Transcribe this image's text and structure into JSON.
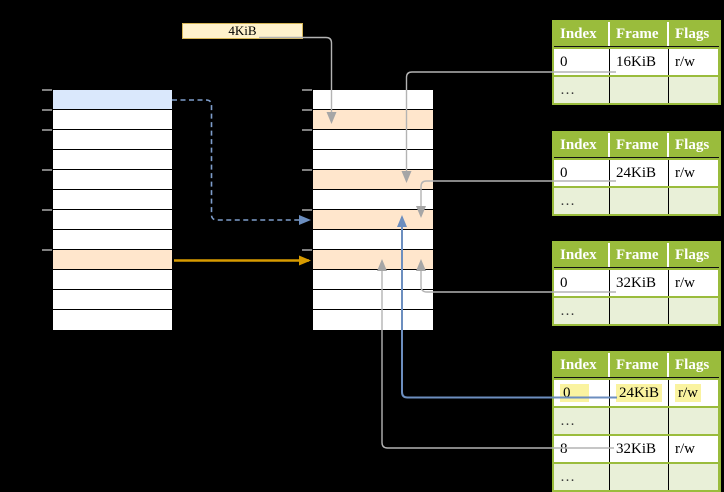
{
  "label_box": {
    "text": "4KiB"
  },
  "memory_columns": {
    "left": {
      "cells": [
        "blue",
        "w",
        "w",
        "w",
        "w",
        "w",
        "w",
        "w",
        "orange",
        "w",
        "w",
        "w"
      ]
    },
    "middle": {
      "cells": [
        "w",
        "orange",
        "w",
        "w",
        "orange",
        "w",
        "orange",
        "w",
        "orange",
        "w",
        "w",
        "w"
      ]
    }
  },
  "tick_offsets": [
    0,
    20,
    40,
    80,
    120,
    160
  ],
  "tables": [
    {
      "headers": [
        "Index",
        "Frame",
        "Flags"
      ],
      "rows": [
        {
          "variant": "data",
          "cells": [
            "0",
            "16KiB",
            "r/w"
          ]
        },
        {
          "variant": "ellipsis",
          "cells": [
            "…",
            "",
            ""
          ]
        }
      ]
    },
    {
      "headers": [
        "Index",
        "Frame",
        "Flags"
      ],
      "rows": [
        {
          "variant": "data",
          "cells": [
            "0",
            "24KiB",
            "r/w"
          ]
        },
        {
          "variant": "ellipsis",
          "cells": [
            "…",
            "",
            ""
          ]
        }
      ]
    },
    {
      "headers": [
        "Index",
        "Frame",
        "Flags"
      ],
      "rows": [
        {
          "variant": "data",
          "cells": [
            "0",
            "32KiB",
            "r/w"
          ]
        },
        {
          "variant": "ellipsis",
          "cells": [
            "…",
            "",
            ""
          ]
        }
      ]
    },
    {
      "headers": [
        "Index",
        "Frame",
        "Flags"
      ],
      "rows": [
        {
          "variant": "data",
          "cells": [
            "0",
            "24KiB",
            "r/w"
          ],
          "highlight": true
        },
        {
          "variant": "ellipsis",
          "cells": [
            "…",
            "",
            ""
          ]
        },
        {
          "variant": "data",
          "cells": [
            "8",
            "32KiB",
            "r/w"
          ]
        },
        {
          "variant": "ellipsis",
          "cells": [
            "…",
            "",
            ""
          ]
        }
      ]
    }
  ],
  "colors": {
    "green": "#9abc3c",
    "lightgreen": "#e9f0d8",
    "yellow": "#faf3a0",
    "blue_fill": "#dae8fc",
    "orange_fill": "#ffe6cc",
    "cream": "#fff2cc",
    "tan": "#d6b656",
    "gray": "#b3b3b3",
    "blue": "#6c8ebf",
    "blue_dash": "#7e9dcb",
    "gold": "#d79b00"
  }
}
